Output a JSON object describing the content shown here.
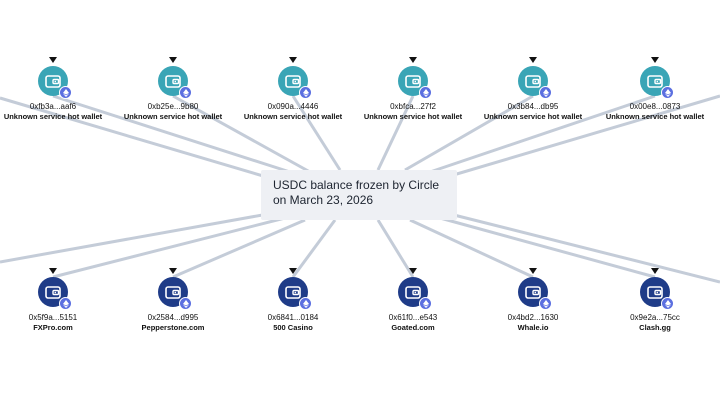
{
  "center": {
    "line1": "USDC balance frozen by Circle",
    "line2": "on March 23, 2026"
  },
  "colors": {
    "hot_wallet": "#3aa5b6",
    "exchange_wallet": "#1f3c88",
    "edge": "#c4ccd8",
    "eth_badge": "#5b6fe0"
  },
  "icons": {
    "wallet": "wallet-icon",
    "chain": "ethereum-icon",
    "expand": "caret-down-icon"
  },
  "top_nodes": [
    {
      "address": "0xfb3a...aaf6",
      "label": "Unknown service hot wallet"
    },
    {
      "address": "0xb25e...9b80",
      "label": "Unknown service hot wallet"
    },
    {
      "address": "0x090a...4446",
      "label": "Unknown service hot wallet"
    },
    {
      "address": "0xbfca...27f2",
      "label": "Unknown service hot wallet"
    },
    {
      "address": "0x3b84...db95",
      "label": "Unknown service hot wallet"
    },
    {
      "address": "0x00e8...0873",
      "label": "Unknown service hot wallet"
    }
  ],
  "bottom_nodes": [
    {
      "address": "0x5f9a...5151",
      "label": "FXPro.com"
    },
    {
      "address": "0x2584...d995",
      "label": "Pepperstone.com"
    },
    {
      "address": "0x6841...0184",
      "label": "500 Casino"
    },
    {
      "address": "0x61f0...e543",
      "label": "Goated.com"
    },
    {
      "address": "0x4bd2...1630",
      "label": "Whale.io"
    },
    {
      "address": "0x9e2a...75cc",
      "label": "Clash.gg"
    }
  ]
}
